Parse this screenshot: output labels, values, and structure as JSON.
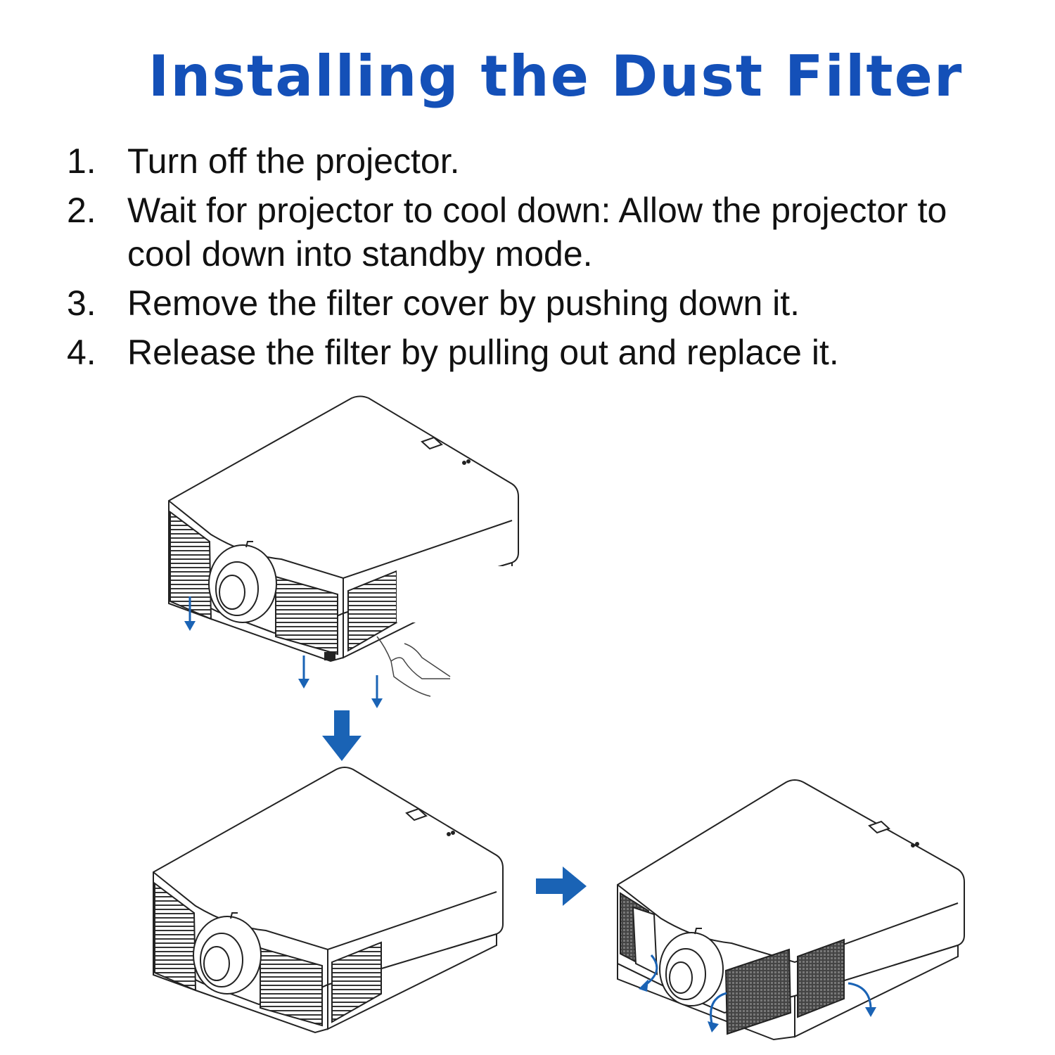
{
  "title": "Installing the Dust Filter",
  "steps": [
    {
      "number": "1.",
      "text": "Turn off the projector."
    },
    {
      "number": "2.",
      "text": "Wait for projector to cool down: Allow the projector to cool down into standby mode."
    },
    {
      "number": "3.",
      "text": "Remove the filter cover by pushing down it."
    },
    {
      "number": "4.",
      "text": "Release the filter by pulling out  and replace it."
    }
  ],
  "colors": {
    "title": "#1450b8",
    "arrow": "#1a63b5",
    "line": "#222222"
  },
  "icons": [
    "projector-illustration",
    "hand-icon",
    "arrow-down-icon",
    "arrow-right-icon",
    "rotate-arrow-icon"
  ]
}
